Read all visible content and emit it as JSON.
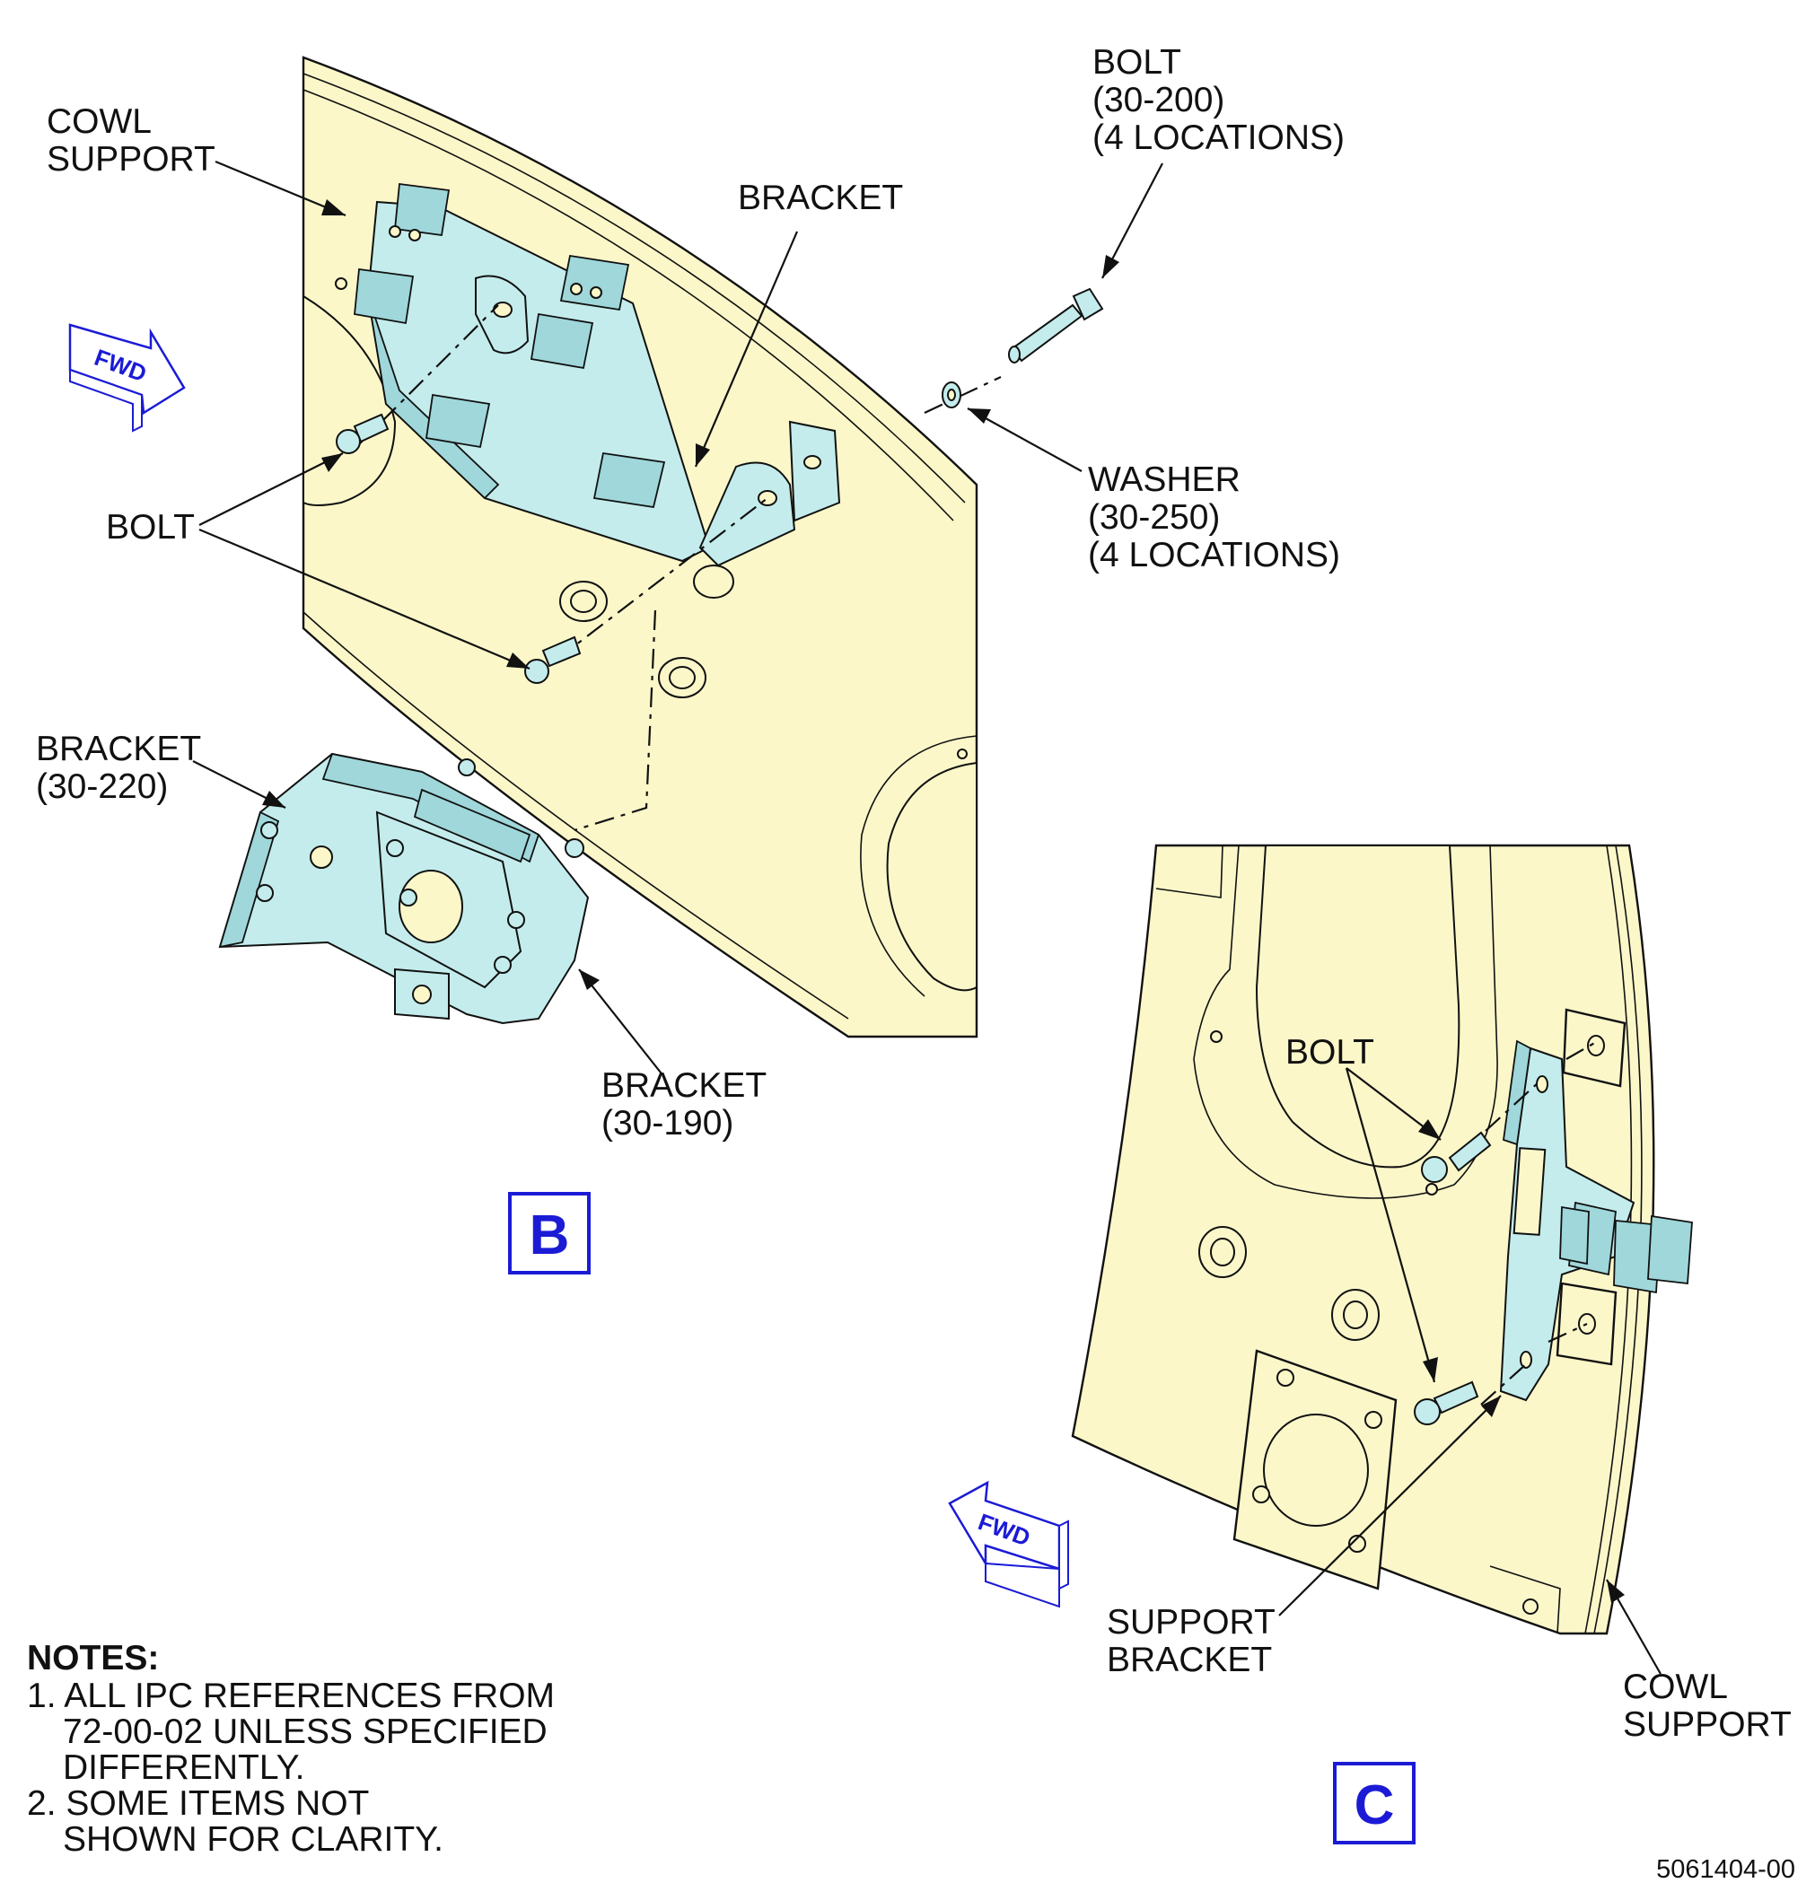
{
  "view_b": {
    "letter": "B",
    "callouts": {
      "cowl_support": [
        "COWL",
        "SUPPORT"
      ],
      "bracket_top": "BRACKET",
      "bolt_top": [
        "BOLT",
        "(30-200)",
        "(4 LOCATIONS)"
      ],
      "washer": [
        "WASHER",
        "(30-250)",
        "(4 LOCATIONS)"
      ],
      "bolt_left": "BOLT",
      "bracket_220": [
        "BRACKET",
        "(30-220)"
      ],
      "bracket_190": [
        "BRACKET",
        "(30-190)"
      ]
    },
    "fwd_label": "FWD"
  },
  "view_c": {
    "letter": "C",
    "callouts": {
      "bolt": "BOLT",
      "support_bracket": [
        "SUPPORT",
        "BRACKET"
      ],
      "cowl_support": [
        "COWL",
        "SUPPORT"
      ]
    },
    "fwd_label": "FWD"
  },
  "notes": {
    "heading": "NOTES:",
    "lines": [
      "1. ALL IPC REFERENCES FROM",
      "72-00-02 UNLESS SPECIFIED",
      "DIFFERENTLY.",
      "2. SOME ITEMS NOT",
      "SHOWN FOR CLARITY."
    ]
  },
  "figure_number": "5061404-00",
  "colors": {
    "panel_fill": "#fbf7c9",
    "part_fill": "#c4ecec",
    "view_letter": "#1b1bd6"
  }
}
